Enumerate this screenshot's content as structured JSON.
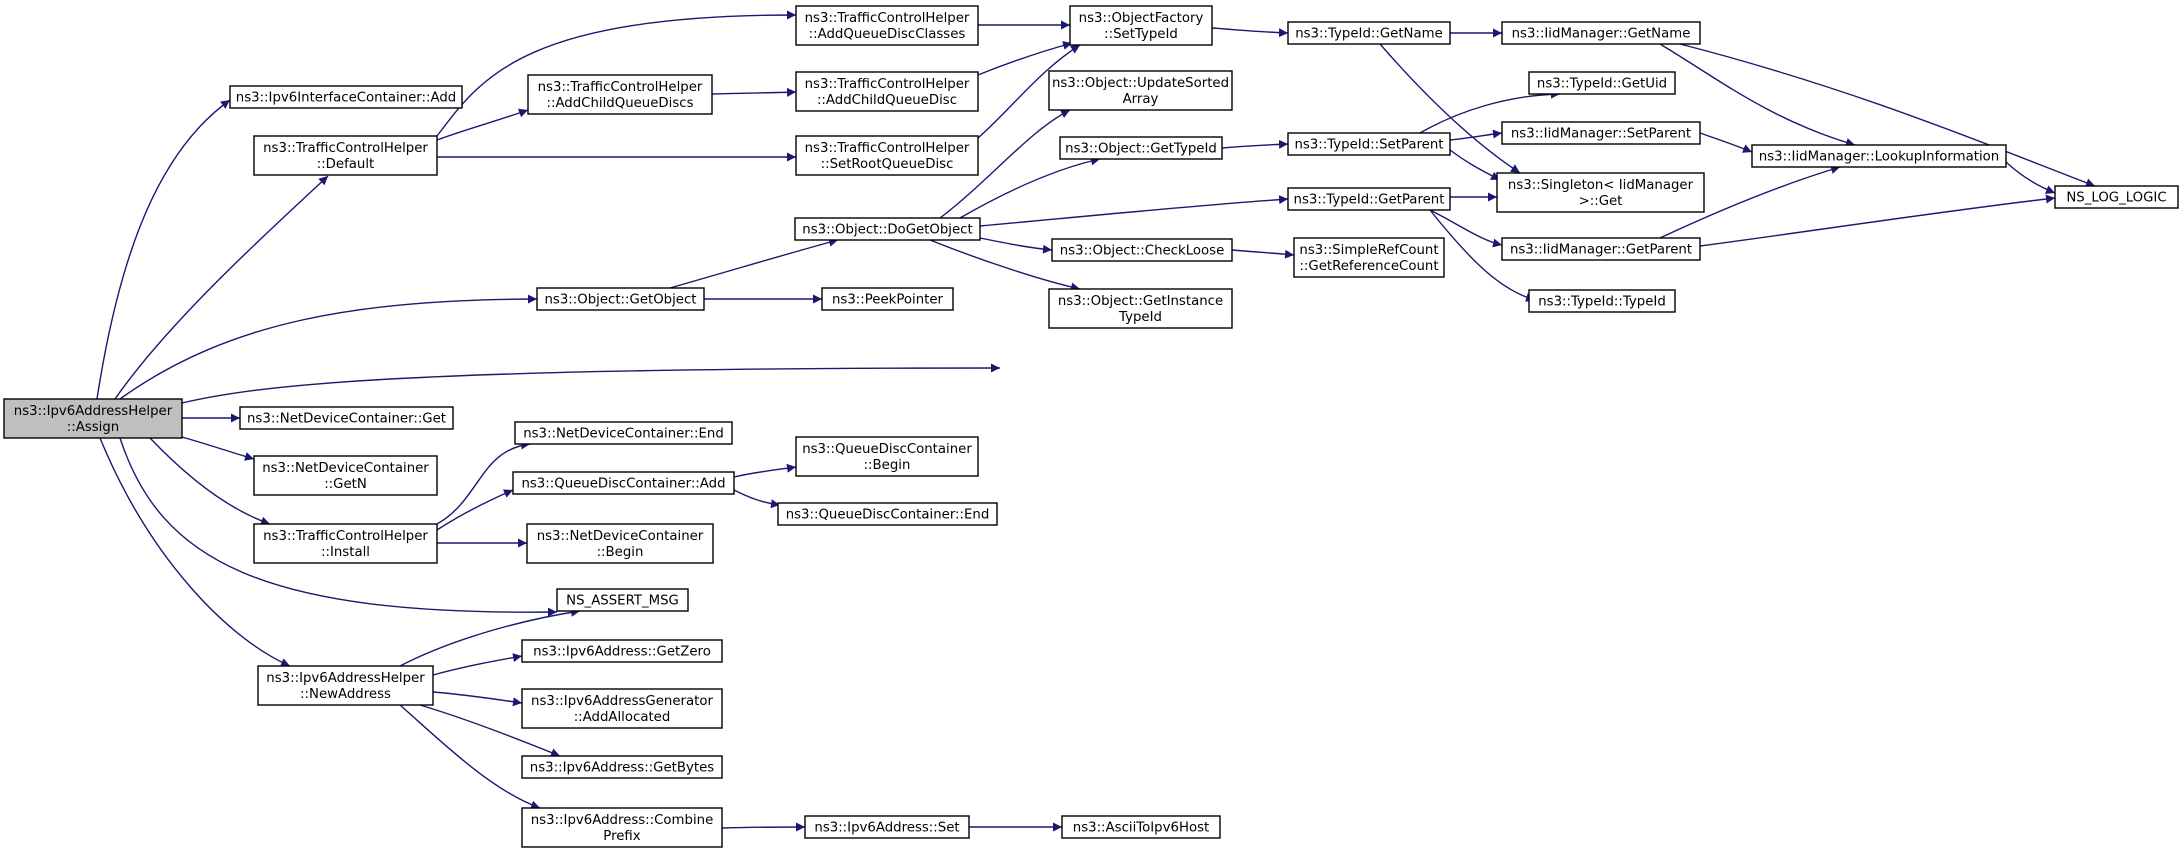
{
  "graph": {
    "edge_color": "#191970",
    "root_fill": "#bfbfbf",
    "nodes": [
      {
        "id": "assign",
        "lines": [
          "ns3::Ipv6AddressHelper",
          "::Assign"
        ],
        "root": true
      },
      {
        "id": "ipv6if_add",
        "lines": [
          "ns3::Ipv6InterfaceContainer::Add"
        ]
      },
      {
        "id": "tch_default",
        "lines": [
          "ns3::TrafficControlHelper",
          "::Default"
        ]
      },
      {
        "id": "tch_addchildqds",
        "lines": [
          "ns3::TrafficControlHelper",
          "::AddChildQueueDiscs"
        ]
      },
      {
        "id": "tch_addqdclasses",
        "lines": [
          "ns3::TrafficControlHelper",
          "::AddQueueDiscClasses"
        ]
      },
      {
        "id": "tch_addchildqd",
        "lines": [
          "ns3::TrafficControlHelper",
          "::AddChildQueueDisc"
        ]
      },
      {
        "id": "tch_setroot",
        "lines": [
          "ns3::TrafficControlHelper",
          "::SetRootQueueDisc"
        ]
      },
      {
        "id": "of_settypeid",
        "lines": [
          "ns3::ObjectFactory",
          "::SetTypeId"
        ]
      },
      {
        "id": "obj_updatesorted",
        "lines": [
          "ns3::Object::UpdateSorted",
          "Array"
        ]
      },
      {
        "id": "obj_gettypeid",
        "lines": [
          "ns3::Object::GetTypeId"
        ]
      },
      {
        "id": "obj_dogetobject",
        "lines": [
          "ns3::Object::DoGetObject"
        ]
      },
      {
        "id": "obj_checkloose",
        "lines": [
          "ns3::Object::CheckLoose"
        ]
      },
      {
        "id": "obj_getinstancetypeid",
        "lines": [
          "ns3::Object::GetInstance",
          "TypeId"
        ]
      },
      {
        "id": "obj_getobject",
        "lines": [
          "ns3::Object::GetObject"
        ]
      },
      {
        "id": "peekpointer",
        "lines": [
          "ns3::PeekPointer"
        ]
      },
      {
        "id": "typeid_getname",
        "lines": [
          "ns3::TypeId::GetName"
        ]
      },
      {
        "id": "typeid_setparent",
        "lines": [
          "ns3::TypeId::SetParent"
        ]
      },
      {
        "id": "typeid_getparent",
        "lines": [
          "ns3::TypeId::GetParent"
        ]
      },
      {
        "id": "srefcount",
        "lines": [
          "ns3::SimpleRefCount",
          "::GetReferenceCount"
        ]
      },
      {
        "id": "iid_getname",
        "lines": [
          "ns3::IidManager::GetName"
        ]
      },
      {
        "id": "typeid_getuid",
        "lines": [
          "ns3::TypeId::GetUid"
        ]
      },
      {
        "id": "iid_setparent",
        "lines": [
          "ns3::IidManager::SetParent"
        ]
      },
      {
        "id": "singleton_get",
        "lines": [
          "ns3::Singleton< IidManager",
          " >::Get"
        ]
      },
      {
        "id": "iid_getparent",
        "lines": [
          "ns3::IidManager::GetParent"
        ]
      },
      {
        "id": "typeid_typeid",
        "lines": [
          "ns3::TypeId::TypeId"
        ]
      },
      {
        "id": "iid_lookup",
        "lines": [
          "ns3::IidManager::LookupInformation"
        ]
      },
      {
        "id": "ns_log_logic",
        "lines": [
          "NS_LOG_LOGIC"
        ]
      },
      {
        "id": "ndc_get",
        "lines": [
          "ns3::NetDeviceContainer::Get"
        ]
      },
      {
        "id": "ndc_getn",
        "lines": [
          "ns3::NetDeviceContainer",
          "::GetN"
        ]
      },
      {
        "id": "tch_install",
        "lines": [
          "ns3::TrafficControlHelper",
          "::Install"
        ]
      },
      {
        "id": "ndc_end",
        "lines": [
          "ns3::NetDeviceContainer::End"
        ]
      },
      {
        "id": "qdc_add",
        "lines": [
          "ns3::QueueDiscContainer::Add"
        ]
      },
      {
        "id": "ndc_begin",
        "lines": [
          "ns3::NetDeviceContainer",
          "::Begin"
        ]
      },
      {
        "id": "qdc_begin",
        "lines": [
          "ns3::QueueDiscContainer",
          "::Begin"
        ]
      },
      {
        "id": "qdc_end",
        "lines": [
          "ns3::QueueDiscContainer::End"
        ]
      },
      {
        "id": "ns_assert_msg",
        "lines": [
          "NS_ASSERT_MSG"
        ]
      },
      {
        "id": "v6h_newaddress",
        "lines": [
          "ns3::Ipv6AddressHelper",
          "::NewAddress"
        ]
      },
      {
        "id": "v6_getzero",
        "lines": [
          "ns3::Ipv6Address::GetZero"
        ]
      },
      {
        "id": "v6gen_addalloc",
        "lines": [
          "ns3::Ipv6AddressGenerator",
          "::AddAllocated"
        ]
      },
      {
        "id": "v6_getbytes",
        "lines": [
          "ns3::Ipv6Address::GetBytes"
        ]
      },
      {
        "id": "v6_combineprefix",
        "lines": [
          "ns3::Ipv6Address::Combine",
          "Prefix"
        ]
      },
      {
        "id": "v6_set",
        "lines": [
          "ns3::Ipv6Address::Set"
        ]
      },
      {
        "id": "asciitoipv6host",
        "lines": [
          "ns3::AsciiToIpv6Host"
        ]
      }
    ],
    "edges": [
      [
        "assign",
        "ipv6if_add"
      ],
      [
        "assign",
        "tch_default"
      ],
      [
        "assign",
        "obj_getobject"
      ],
      [
        "assign",
        "ns_log_logic"
      ],
      [
        "assign",
        "ndc_get"
      ],
      [
        "assign",
        "ndc_getn"
      ],
      [
        "assign",
        "tch_install"
      ],
      [
        "assign",
        "ns_assert_msg"
      ],
      [
        "assign",
        "v6h_newaddress"
      ],
      [
        "tch_default",
        "tch_addchildqds"
      ],
      [
        "tch_default",
        "tch_addqdclasses"
      ],
      [
        "tch_default",
        "tch_setroot"
      ],
      [
        "tch_addchildqds",
        "tch_addchildqd"
      ],
      [
        "tch_addqdclasses",
        "of_settypeid"
      ],
      [
        "tch_addchildqd",
        "of_settypeid"
      ],
      [
        "tch_setroot",
        "of_settypeid"
      ],
      [
        "of_settypeid",
        "typeid_getname"
      ],
      [
        "typeid_getname",
        "iid_getname"
      ],
      [
        "typeid_getname",
        "singleton_get"
      ],
      [
        "iid_getname",
        "iid_lookup"
      ],
      [
        "iid_getname",
        "ns_log_logic"
      ],
      [
        "obj_getobject",
        "obj_dogetobject"
      ],
      [
        "obj_getobject",
        "peekpointer"
      ],
      [
        "obj_dogetobject",
        "obj_updatesorted"
      ],
      [
        "obj_dogetobject",
        "obj_gettypeid"
      ],
      [
        "obj_dogetobject",
        "typeid_getparent"
      ],
      [
        "obj_dogetobject",
        "obj_checkloose"
      ],
      [
        "obj_dogetobject",
        "obj_getinstancetypeid"
      ],
      [
        "obj_gettypeid",
        "typeid_setparent"
      ],
      [
        "typeid_setparent",
        "typeid_getuid"
      ],
      [
        "typeid_setparent",
        "iid_setparent"
      ],
      [
        "typeid_setparent",
        "singleton_get"
      ],
      [
        "iid_setparent",
        "iid_lookup"
      ],
      [
        "iid_lookup",
        "ns_log_logic"
      ],
      [
        "typeid_getparent",
        "singleton_get"
      ],
      [
        "typeid_getparent",
        "iid_getparent"
      ],
      [
        "typeid_getparent",
        "typeid_typeid"
      ],
      [
        "iid_getparent",
        "iid_lookup"
      ],
      [
        "iid_getparent",
        "ns_log_logic"
      ],
      [
        "obj_checkloose",
        "srefcount"
      ],
      [
        "tch_install",
        "ndc_end"
      ],
      [
        "tch_install",
        "qdc_add"
      ],
      [
        "tch_install",
        "ndc_begin"
      ],
      [
        "qdc_add",
        "qdc_begin"
      ],
      [
        "qdc_add",
        "qdc_end"
      ],
      [
        "v6h_newaddress",
        "ns_assert_msg"
      ],
      [
        "v6h_newaddress",
        "v6_getzero"
      ],
      [
        "v6h_newaddress",
        "v6gen_addalloc"
      ],
      [
        "v6h_newaddress",
        "v6_getbytes"
      ],
      [
        "v6h_newaddress",
        "v6_combineprefix"
      ],
      [
        "v6_combineprefix",
        "v6_set"
      ],
      [
        "v6_set",
        "asciitoipv6host"
      ]
    ]
  }
}
